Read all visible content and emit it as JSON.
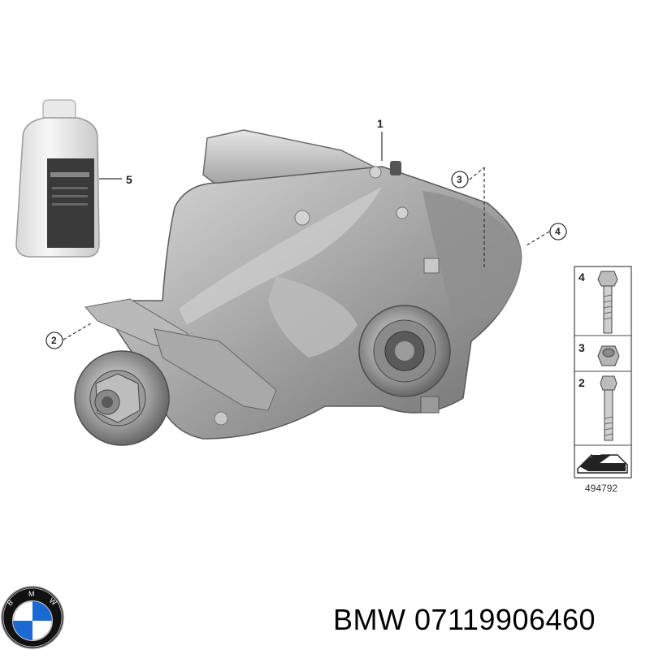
{
  "callouts": {
    "c1": "1",
    "c2": "2",
    "c3": "3",
    "c4": "4",
    "c5": "5"
  },
  "side_panel": {
    "row1": "4",
    "row2": "3",
    "row3": "2",
    "ref_number": "494792"
  },
  "logo": {
    "letters": "BMW",
    "colors": {
      "blue": "#1c69d4",
      "black": "#111111",
      "silver": "#c8c8c8"
    }
  },
  "caption": {
    "brand": "BMW",
    "part_number": "07119906460"
  }
}
